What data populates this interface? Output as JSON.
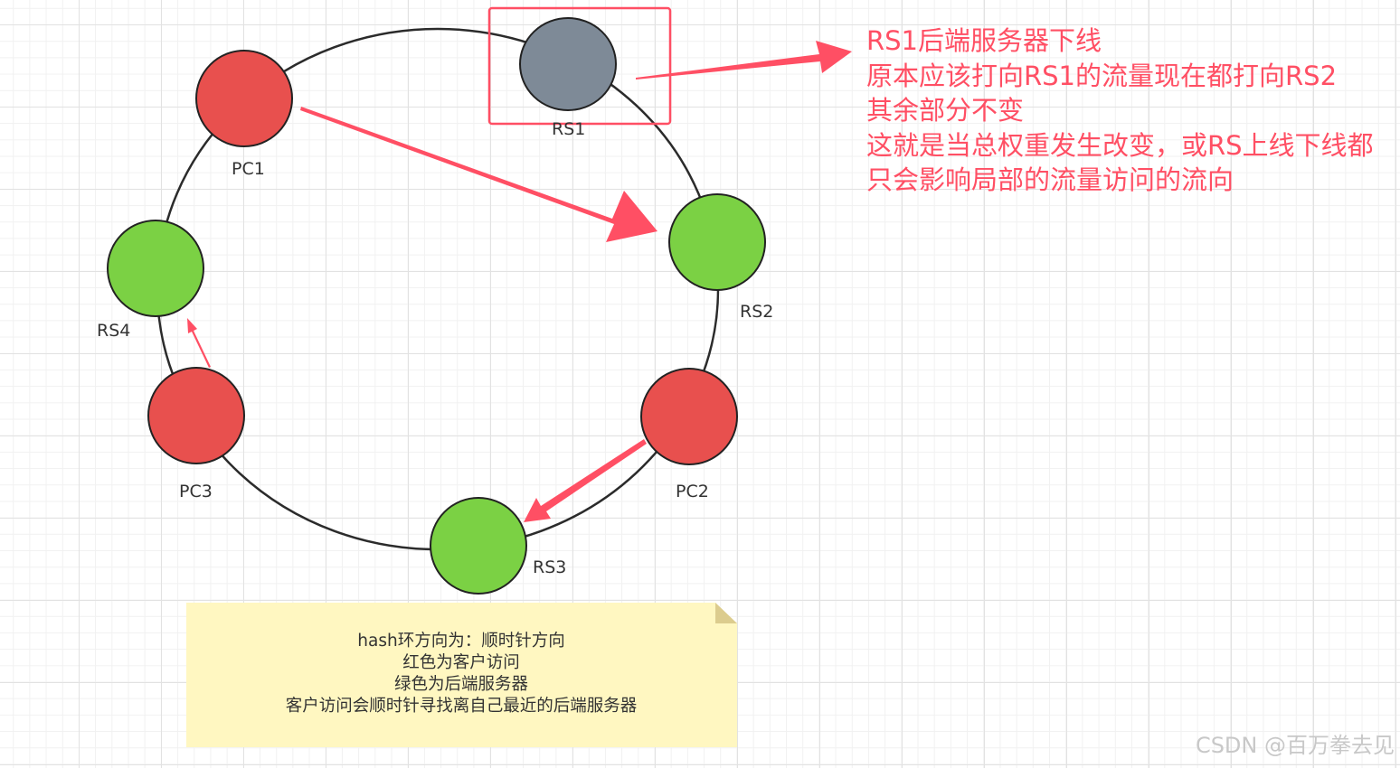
{
  "nodes": [
    {
      "id": "RS1",
      "label": "RS1",
      "kind": "offline-server",
      "color": "#7e8a97"
    },
    {
      "id": "RS2",
      "label": "RS2",
      "kind": "server",
      "color": "#7bd144"
    },
    {
      "id": "PC2",
      "label": "PC2",
      "kind": "client",
      "color": "#e8504e"
    },
    {
      "id": "RS3",
      "label": "RS3",
      "kind": "server",
      "color": "#7bd144"
    },
    {
      "id": "PC3",
      "label": "PC3",
      "kind": "client",
      "color": "#e8504e"
    },
    {
      "id": "RS4",
      "label": "RS4",
      "kind": "server",
      "color": "#7bd144"
    },
    {
      "id": "PC1",
      "label": "PC1",
      "kind": "client",
      "color": "#e8504e"
    }
  ],
  "edges": [
    {
      "from": "PC1",
      "to": "RS2",
      "style": "thick-arrow"
    },
    {
      "from": "PC2",
      "to": "RS3",
      "style": "arrow"
    },
    {
      "from": "PC3",
      "to": "RS4",
      "style": "thin-arrow"
    },
    {
      "from": "RS1",
      "to": "annotation",
      "style": "arrow"
    }
  ],
  "annotation": {
    "color": "#ff4f64",
    "lines": [
      "RS1后端服务器下线",
      "原本应该打向RS1的流量现在都打向RS2",
      "其余部分不变",
      "这就是当总权重发生改变，或RS上线下线都",
      "只会影响局部的流量访问的流向"
    ]
  },
  "note": {
    "color": "#fff7c1",
    "lines": [
      "hash环方向为：顺时针方向",
      "红色为客户访问",
      "绿色为后端服务器",
      "客户访问会顺时针寻找离自己最近的后端服务器"
    ]
  },
  "watermark": "CSDN @百万拳去见"
}
